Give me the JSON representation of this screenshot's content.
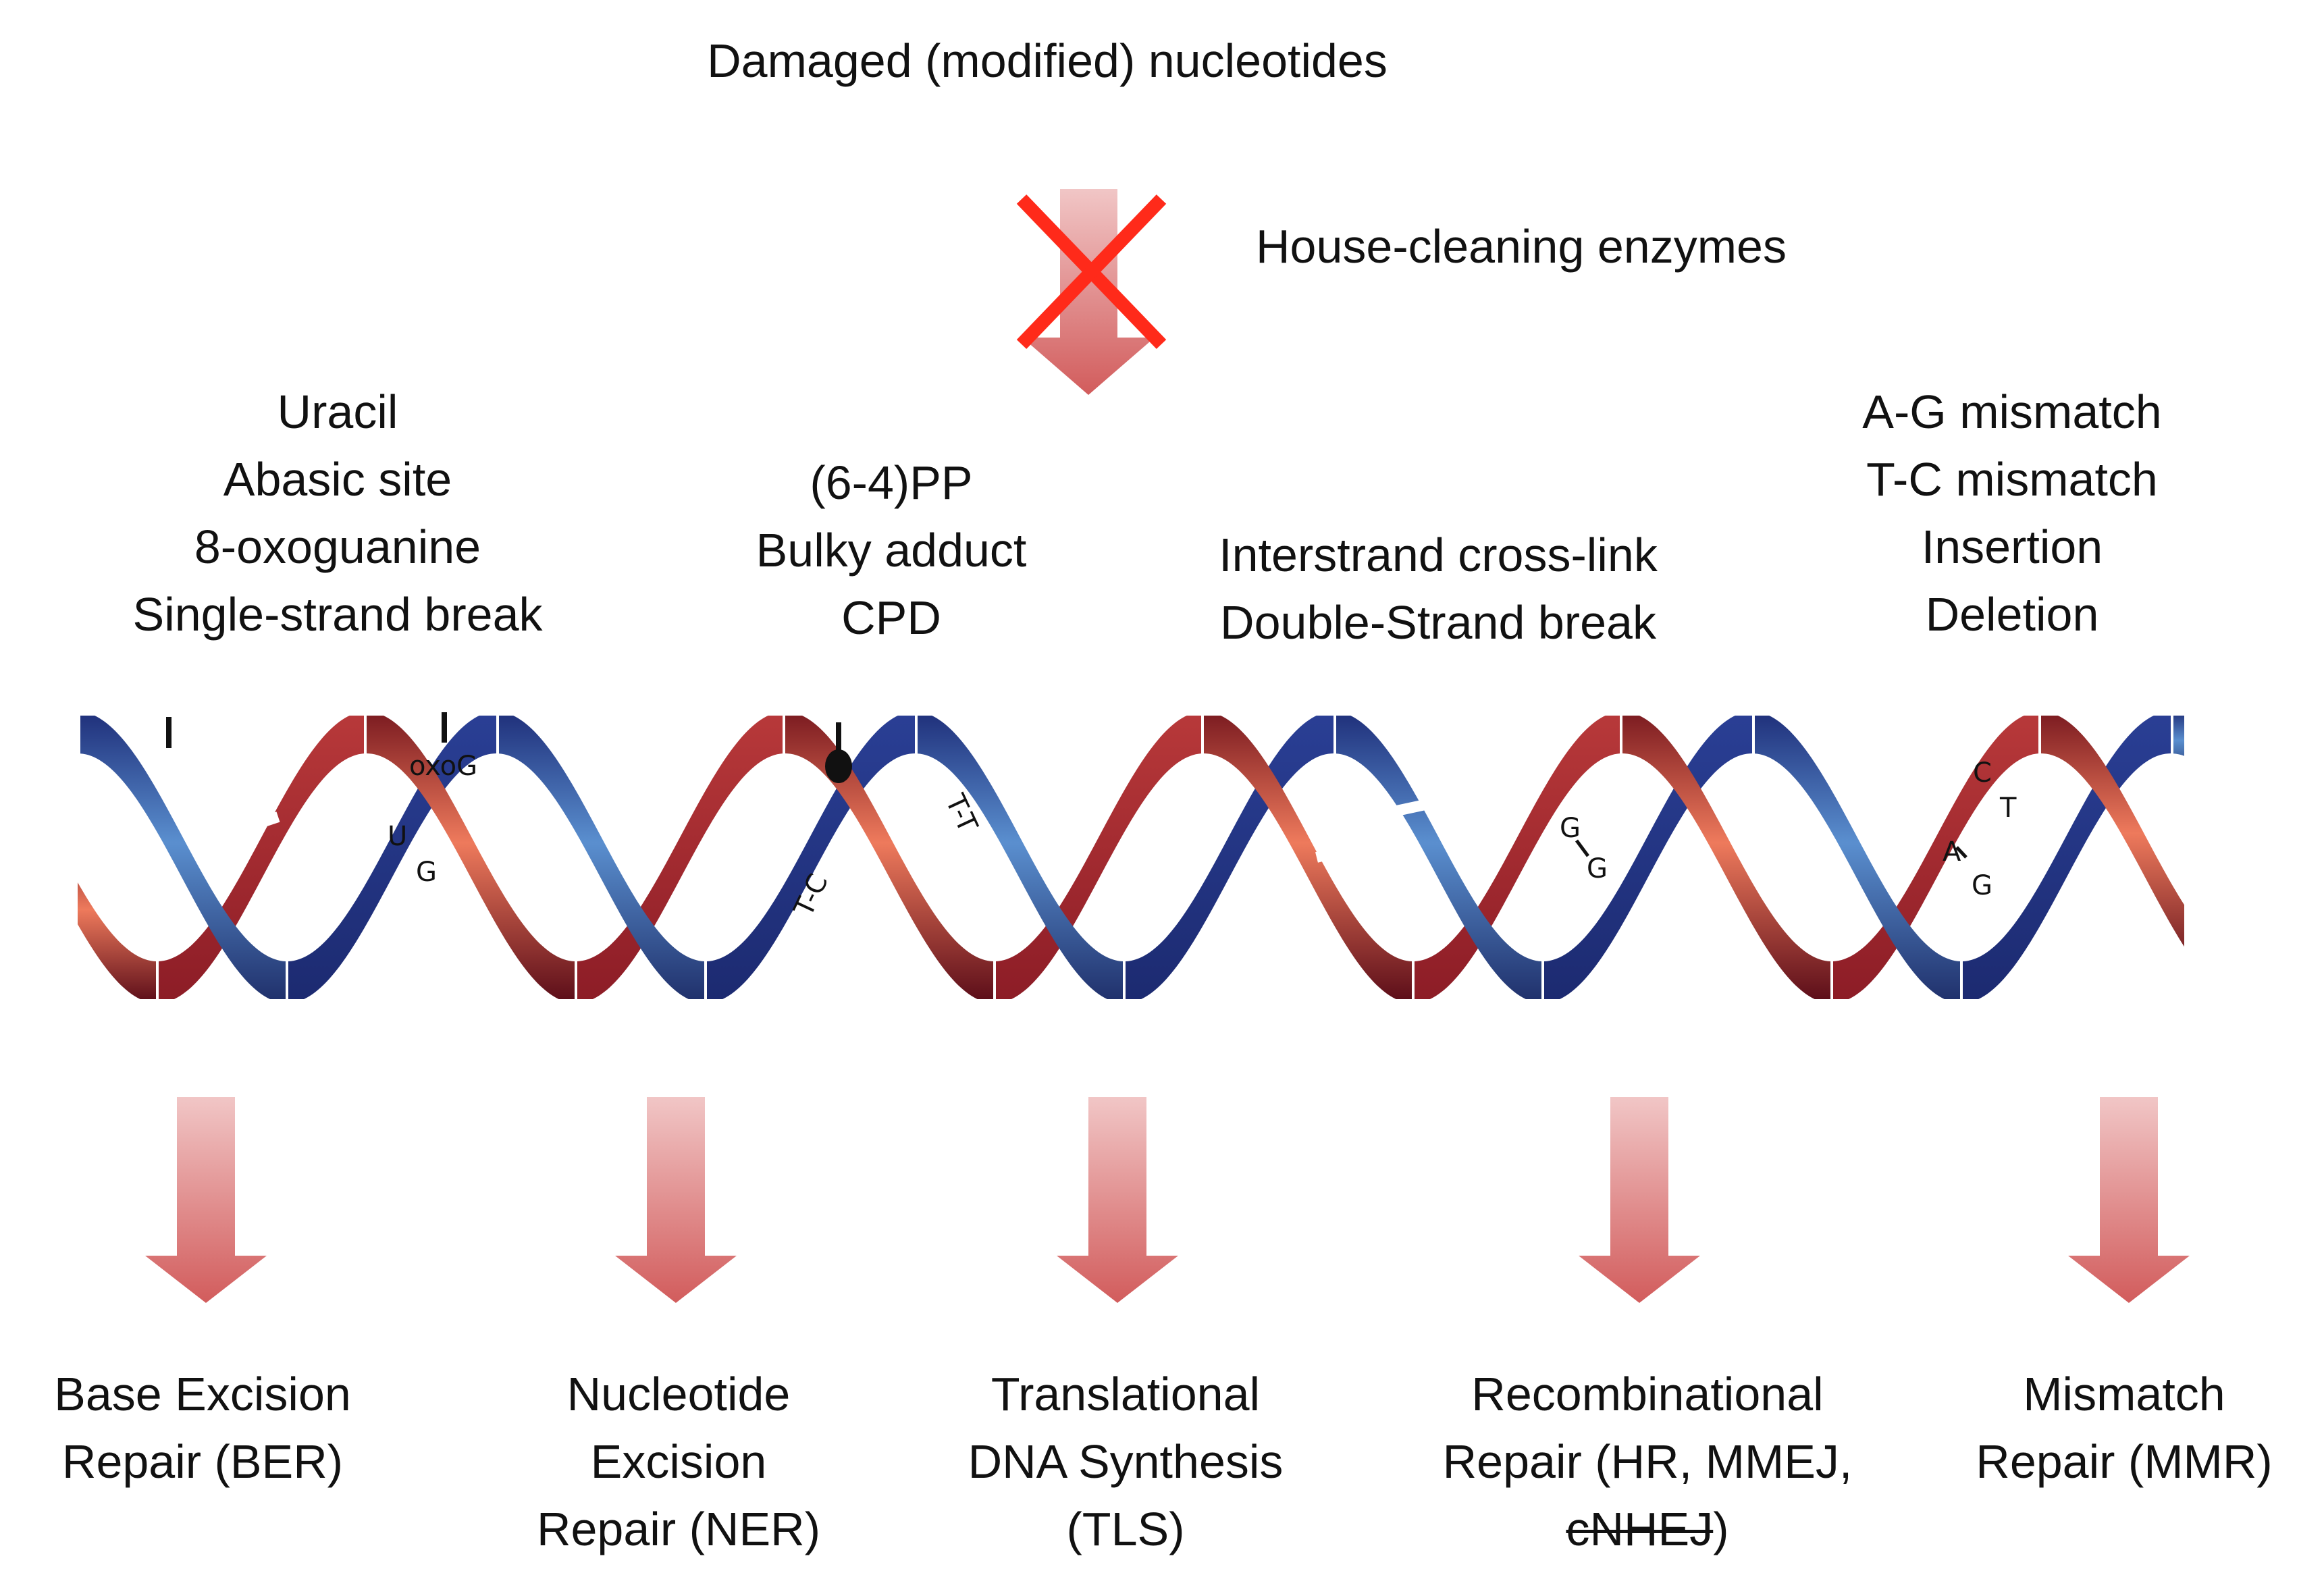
{
  "header": {
    "title": "Damaged (modified) nucleotides",
    "blocked_step": "House-cleaning enzymes"
  },
  "damage_groups": [
    {
      "id": "ber",
      "lines": [
        "Uracil",
        "Abasic site",
        "8-oxoguanine",
        "Single-strand break"
      ]
    },
    {
      "id": "ner",
      "lines": [
        "(6-4)PP",
        "Bulky adduct",
        "CPD"
      ]
    },
    {
      "id": "hr",
      "lines": [
        "Interstrand cross-link",
        "Double-Strand break"
      ]
    },
    {
      "id": "mmr",
      "lines": [
        "A-G mismatch",
        "T-C mismatch",
        "Insertion",
        "Deletion"
      ]
    }
  ],
  "helix_labels": {
    "oxoG": "oxoG",
    "U": "U",
    "G1": "G",
    "TC": "T-C",
    "TT": "T-T",
    "G2": "G",
    "G3": "G",
    "C": "C",
    "T": "T",
    "A": "A",
    "G4": "G"
  },
  "pathways": [
    {
      "id": "ber",
      "lines": [
        "Base Excision",
        "Repair (BER)"
      ]
    },
    {
      "id": "ner",
      "lines": [
        "Nucleotide",
        "Excision",
        "Repair (NER)"
      ]
    },
    {
      "id": "tls",
      "lines": [
        "Translational",
        "DNA Synthesis",
        "(TLS)"
      ]
    },
    {
      "id": "recomb",
      "lines": [
        "Recombinational",
        "Repair (HR, MMEJ,",
        "cNHEJ",
        ")"
      ]
    },
    {
      "id": "mmr",
      "lines": [
        "Mismatch",
        "Repair (MMR)"
      ]
    }
  ],
  "colors": {
    "blue_dark": "#1f2f7a",
    "blue_light": "#5a8fcf",
    "red_dark": "#6a1020",
    "red_light": "#ee7a5c",
    "arrow_top": "#f1c6c6",
    "arrow_bottom": "#d25c5c",
    "cross": "#ff2a1a"
  }
}
